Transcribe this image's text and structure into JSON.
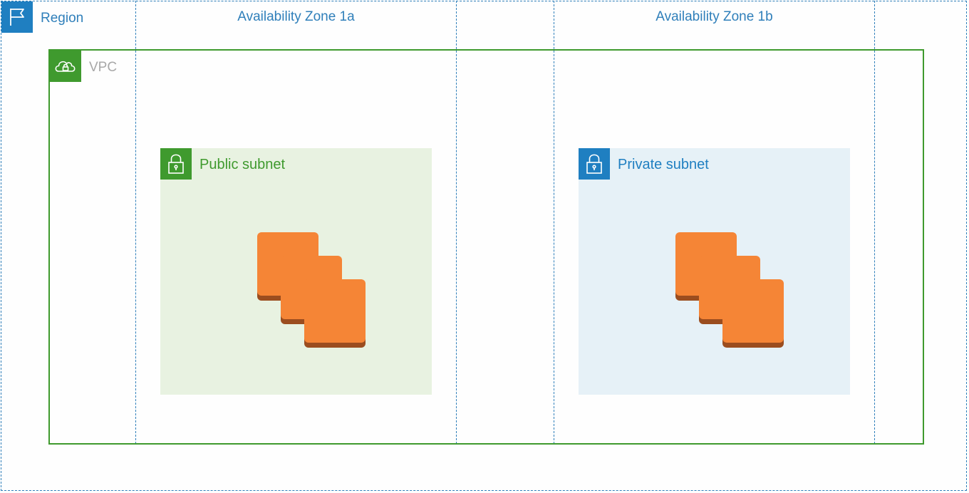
{
  "region": {
    "label": "Region",
    "icon": "region-flag-icon"
  },
  "availability_zones": [
    {
      "label": "Availability Zone 1a"
    },
    {
      "label": "Availability Zone 1b"
    }
  ],
  "vpc": {
    "label": "VPC",
    "icon": "vpc-cloud-lock-icon"
  },
  "subnets": [
    {
      "label": "Public subnet",
      "icon": "padlock-icon",
      "color": "#3f9a2e",
      "background": "#e8f2e1"
    },
    {
      "label": "Private subnet",
      "icon": "padlock-icon",
      "color": "#1f7fc1",
      "background": "#e6f1f7"
    }
  ],
  "instances_icon": "ec2-instances-icon",
  "colors": {
    "region": "#2f7fba",
    "vpc": "#3f9a2e",
    "ec2": "#f58536"
  }
}
